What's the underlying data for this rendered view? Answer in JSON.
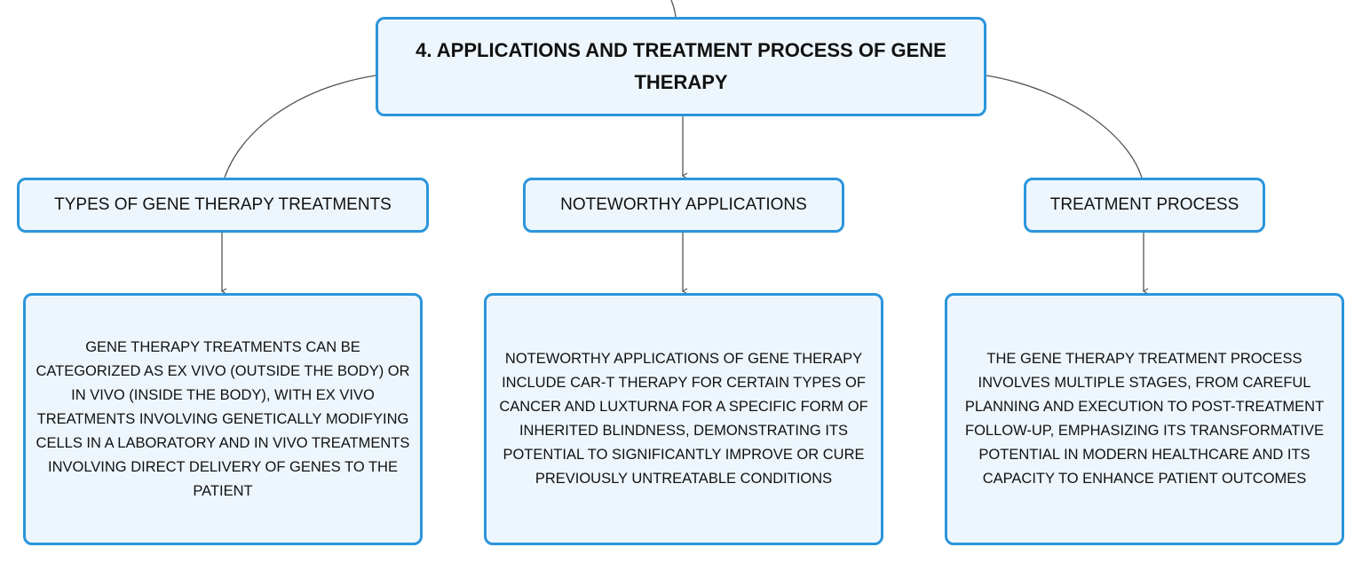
{
  "root": {
    "title": "4. APPLICATIONS AND TREATMENT PROCESS OF GENE THERAPY"
  },
  "branches": [
    {
      "label": "TYPES OF GENE THERAPY TREATMENTS",
      "detail": "GENE THERAPY TREATMENTS CAN BE CATEGORIZED AS EX VIVO (OUTSIDE THE BODY) OR IN VIVO (INSIDE THE BODY), WITH EX VIVO TREATMENTS INVOLVING GENETICALLY MODIFYING CELLS IN A LABORATORY AND IN VIVO TREATMENTS INVOLVING DIRECT DELIVERY OF GENES TO THE PATIENT"
    },
    {
      "label": "NOTEWORTHY APPLICATIONS",
      "detail": "NOTEWORTHY APPLICATIONS OF GENE THERAPY INCLUDE CAR-T THERAPY FOR CERTAIN TYPES OF CANCER AND LUXTURNA FOR A SPECIFIC FORM OF INHERITED BLINDNESS, DEMONSTRATING ITS POTENTIAL TO SIGNIFICANTLY IMPROVE OR CURE PREVIOUSLY UNTREATABLE CONDITIONS"
    },
    {
      "label": "TREATMENT PROCESS",
      "detail": "THE GENE THERAPY TREATMENT PROCESS INVOLVES MULTIPLE STAGES, FROM CAREFUL PLANNING AND EXECUTION TO POST-TREATMENT FOLLOW-UP, EMPHASIZING ITS TRANSFORMATIVE POTENTIAL IN MODERN HEALTHCARE AND ITS CAPACITY TO ENHANCE PATIENT OUTCOMES"
    }
  ],
  "colors": {
    "node_border": "#2b95dc",
    "node_fill": "#eef6fd",
    "connector": "#555555"
  }
}
